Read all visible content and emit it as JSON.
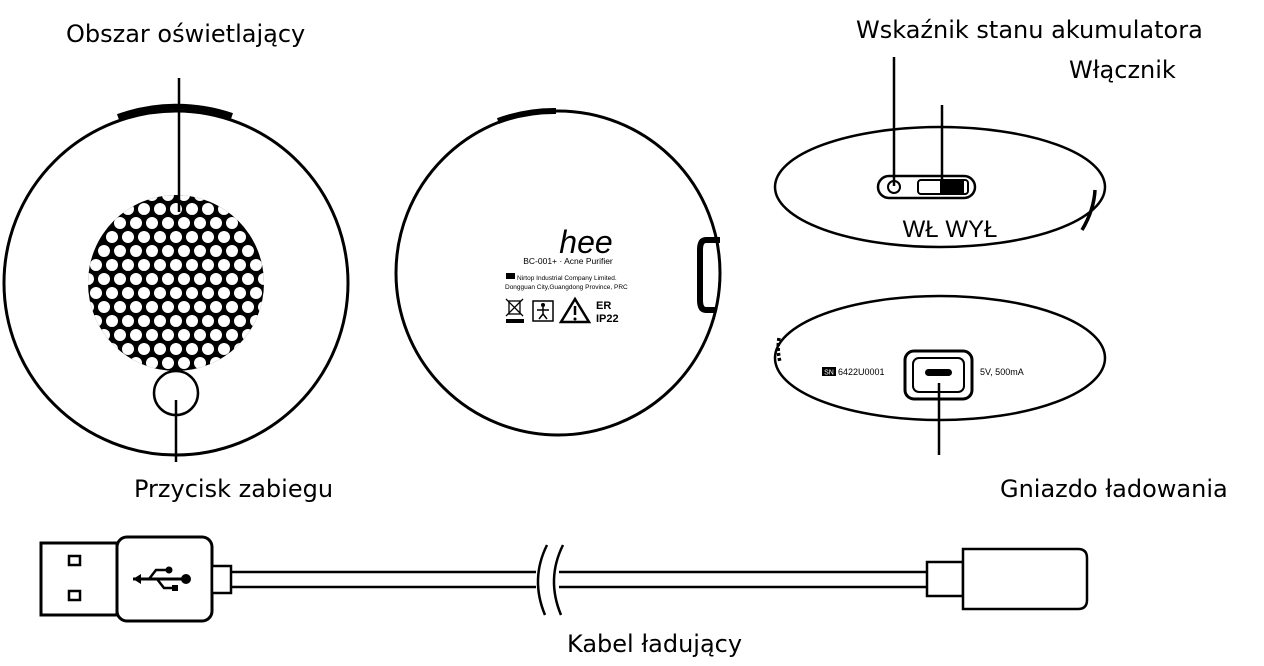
{
  "labels": {
    "illumination_area": "Obszar oświetlający",
    "treatment_button": "Przycisk zabiegu",
    "battery_indicator": "Wskaźnik stanu akumulatora",
    "power_switch": "Włącznik",
    "charging_port": "Gniazdo ładowania",
    "charging_cable": "Kabel ładujący"
  },
  "device_back": {
    "logo": "hee",
    "model": "BC-001+ · Acne Purifier",
    "manufacturer": "Nirtop Industrial Company Limited.",
    "address": "Dongguan City,Guangdong Province, PRC",
    "er": "ER",
    "ip": "IP22"
  },
  "side_top": {
    "switch_text": "WŁ WYŁ"
  },
  "side_bottom": {
    "sn_tag": "SN",
    "serial": "6422U0001",
    "rating": "5V, 500mA"
  }
}
